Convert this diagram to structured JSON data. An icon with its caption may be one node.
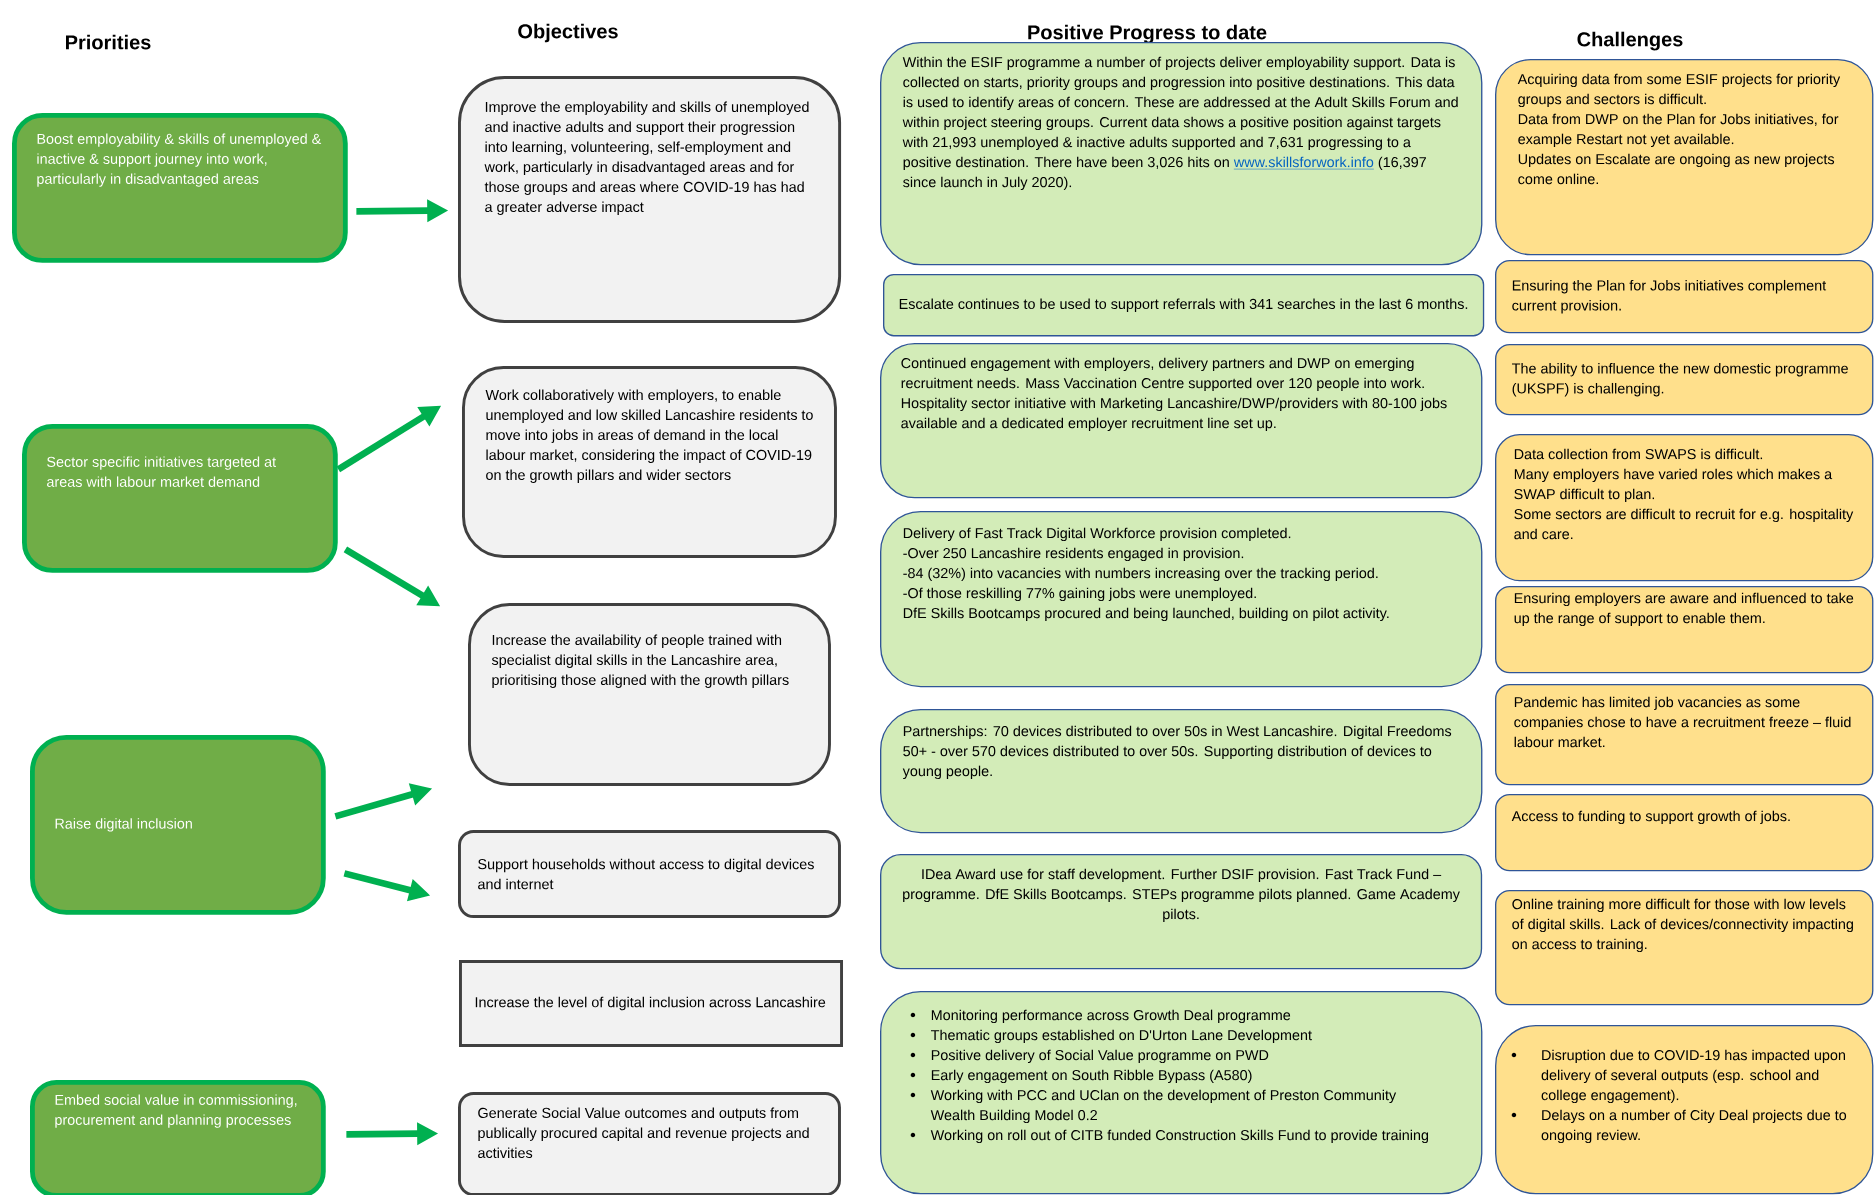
{
  "diagram": {
    "nodes": [
      {
        "text": [
          "Boost employability & skills of unemployed & inactive & support journey into work, particularly in disadvantaged areas"
        ]
      },
      {
        "text": [
          "Sector specific initiatives targeted at areas with labour market demand"
        ]
      },
      {
        "text": [
          "Raise digital inclusion"
        ]
      },
      {
        "text": [
          "Embed social value in commissioning, procurement and planning processes"
        ]
      },
      {
        "text": [
          "Improve the employability and skills of unemployed and inactive adults and support their progression into learning, volunteering, self-employment and work, particularly in disadvantaged areas and for those groups and areas where COVID-19 has had a greater adverse impact"
        ]
      },
      {
        "text": [
          "Work collaboratively with employers, to enable unemployed and low skilled Lancashire residents to move into jobs in areas of demand in the local labour market, considering the impact of COVID-19 on the growth pillars and wider sectors"
        ]
      },
      {
        "text": [
          "Increase the availability of people trained with specialist digital skills in the Lancashire area, prioritising those aligned with the growth pillars"
        ]
      },
      {
        "text": [
          "Support households without access to digital devices and internet"
        ]
      },
      {
        "text": [
          "Increase the level of digital inclusion across Lancashire"
        ]
      },
      {
        "text": [
          "Generate Social Value outcomes and outputs from publically procured capital and revenue projects and activities"
        ]
      },
      {
        "text": [
          "Within the ESIF programme a number of projects deliver employability support.  Data is collected on starts, priority groups and progression into positive destinations. This data is used to identify areas of concern. These are addressed at the Adult Skills Forum and within project steering groups. Current data shows a positive position against targets with 21,993 unemployed & inactive adults supported and 7,631 progressing to a positive destination. There have been 3,026 hits on",
          "www.skillsforwork.info",
          "(16,397 since launch in July 2020)."
        ]
      },
      {
        "text": [
          "Escalate continues to be used to support referrals with 341 searches in the last 6 months."
        ]
      },
      {
        "text": [
          "Continued engagement with employers, delivery partners and DWP on emerging recruitment needs. Mass Vaccination Centre supported over 120 people into work. Hospitality sector initiative with Marketing Lancashire/DWP/providers with 80-100 jobs available and a dedicated employer recruitment line set up."
        ]
      },
      {
        "text": [
          "Delivery of Fast Track Digital Workforce provision completed.",
          "-Over 250 Lancashire residents engaged in provision.",
          "-84 (32%) into vacancies with numbers increasing over the tracking period.",
          "-Of those reskilling 77% gaining jobs were unemployed.",
          "DfE Skills Bootcamps procured and being launched, building on pilot activity."
        ]
      },
      {
        "text": [
          "Partnerships: 70 devices distributed to over 50s in West Lancashire. Digital Freedoms 50+ - over 570 devices distributed to over 50s. Supporting distribution of devices to young people."
        ]
      },
      {
        "text": [
          "IDea Award use for staff development. Further DSIF provision. Fast Track Fund – programme. DfE Skills Bootcamps. STEPs programme pilots planned. Game Academy pilots."
        ]
      },
      {
        "text": [
          "Monitoring performance across Growth Deal programme",
          "Thematic groups established on D'Urton Lane Development",
          "Positive delivery of Social Value programme on PWD",
          "Early engagement on South Ribble Bypass (A580)",
          "Working with PCC and UClan on the development of Preston Community Wealth Building Model 0.2",
          "Working on roll out of CITB funded Construction Skills Fund to provide training"
        ]
      },
      {
        "text": [
          "Acquiring data from some ESIF projects for priority groups and sectors is difficult.",
          "Data from DWP on the Plan for Jobs initiatives, for example Restart not yet available.",
          "Updates on Escalate are ongoing as new projects come online."
        ]
      },
      {
        "text": [
          "Ensuring the Plan for Jobs initiatives complement current provision."
        ]
      },
      {
        "text": [
          "The ability to influence the new domestic programme (UKSPF) is challenging."
        ]
      },
      {
        "text": [
          "Data collection from SWAPS is difficult.",
          "Many employers have varied roles which makes a SWAP difficult to plan.",
          "Some sectors are difficult to recruit for e.g. hospitality and care."
        ]
      },
      {
        "text": [
          "Ensuring employers are aware and influenced to take up the range of support to enable them."
        ]
      },
      {
        "text": [
          "Pandemic has limited job vacancies as some companies chose to have a recruitment freeze – fluid labour market."
        ]
      },
      {
        "text": [
          "Access to funding to support growth of jobs."
        ]
      },
      {
        "text": [
          "Online training more difficult for those with low levels of digital skills. Lack of devices/connectivity impacting on access to training."
        ]
      },
      {
        "text": [
          "Disruption due to COVID-19 has impacted upon delivery of several outputs (esp. school and college engagement).",
          "Delays on a number of City Deal projects due to ongoing review."
        ]
      }
    ],
    "edges": [
      {
        "from": 0,
        "to": 4,
        "arrow": "to"
      },
      {
        "from": 1,
        "to": 5,
        "arrow": "to"
      },
      {
        "from": 1,
        "to": 6,
        "arrow": "to"
      },
      {
        "from": 2,
        "to": 6,
        "arrow": "to"
      },
      {
        "from": 2,
        "to": 7,
        "arrow": "to"
      },
      {
        "from": 3,
        "to": 9,
        "arrow": "to"
      }
    ],
    "labels": [
      "Priorities",
      "Objectives",
      "Positive Progress to date",
      "Challenges"
    ]
  }
}
